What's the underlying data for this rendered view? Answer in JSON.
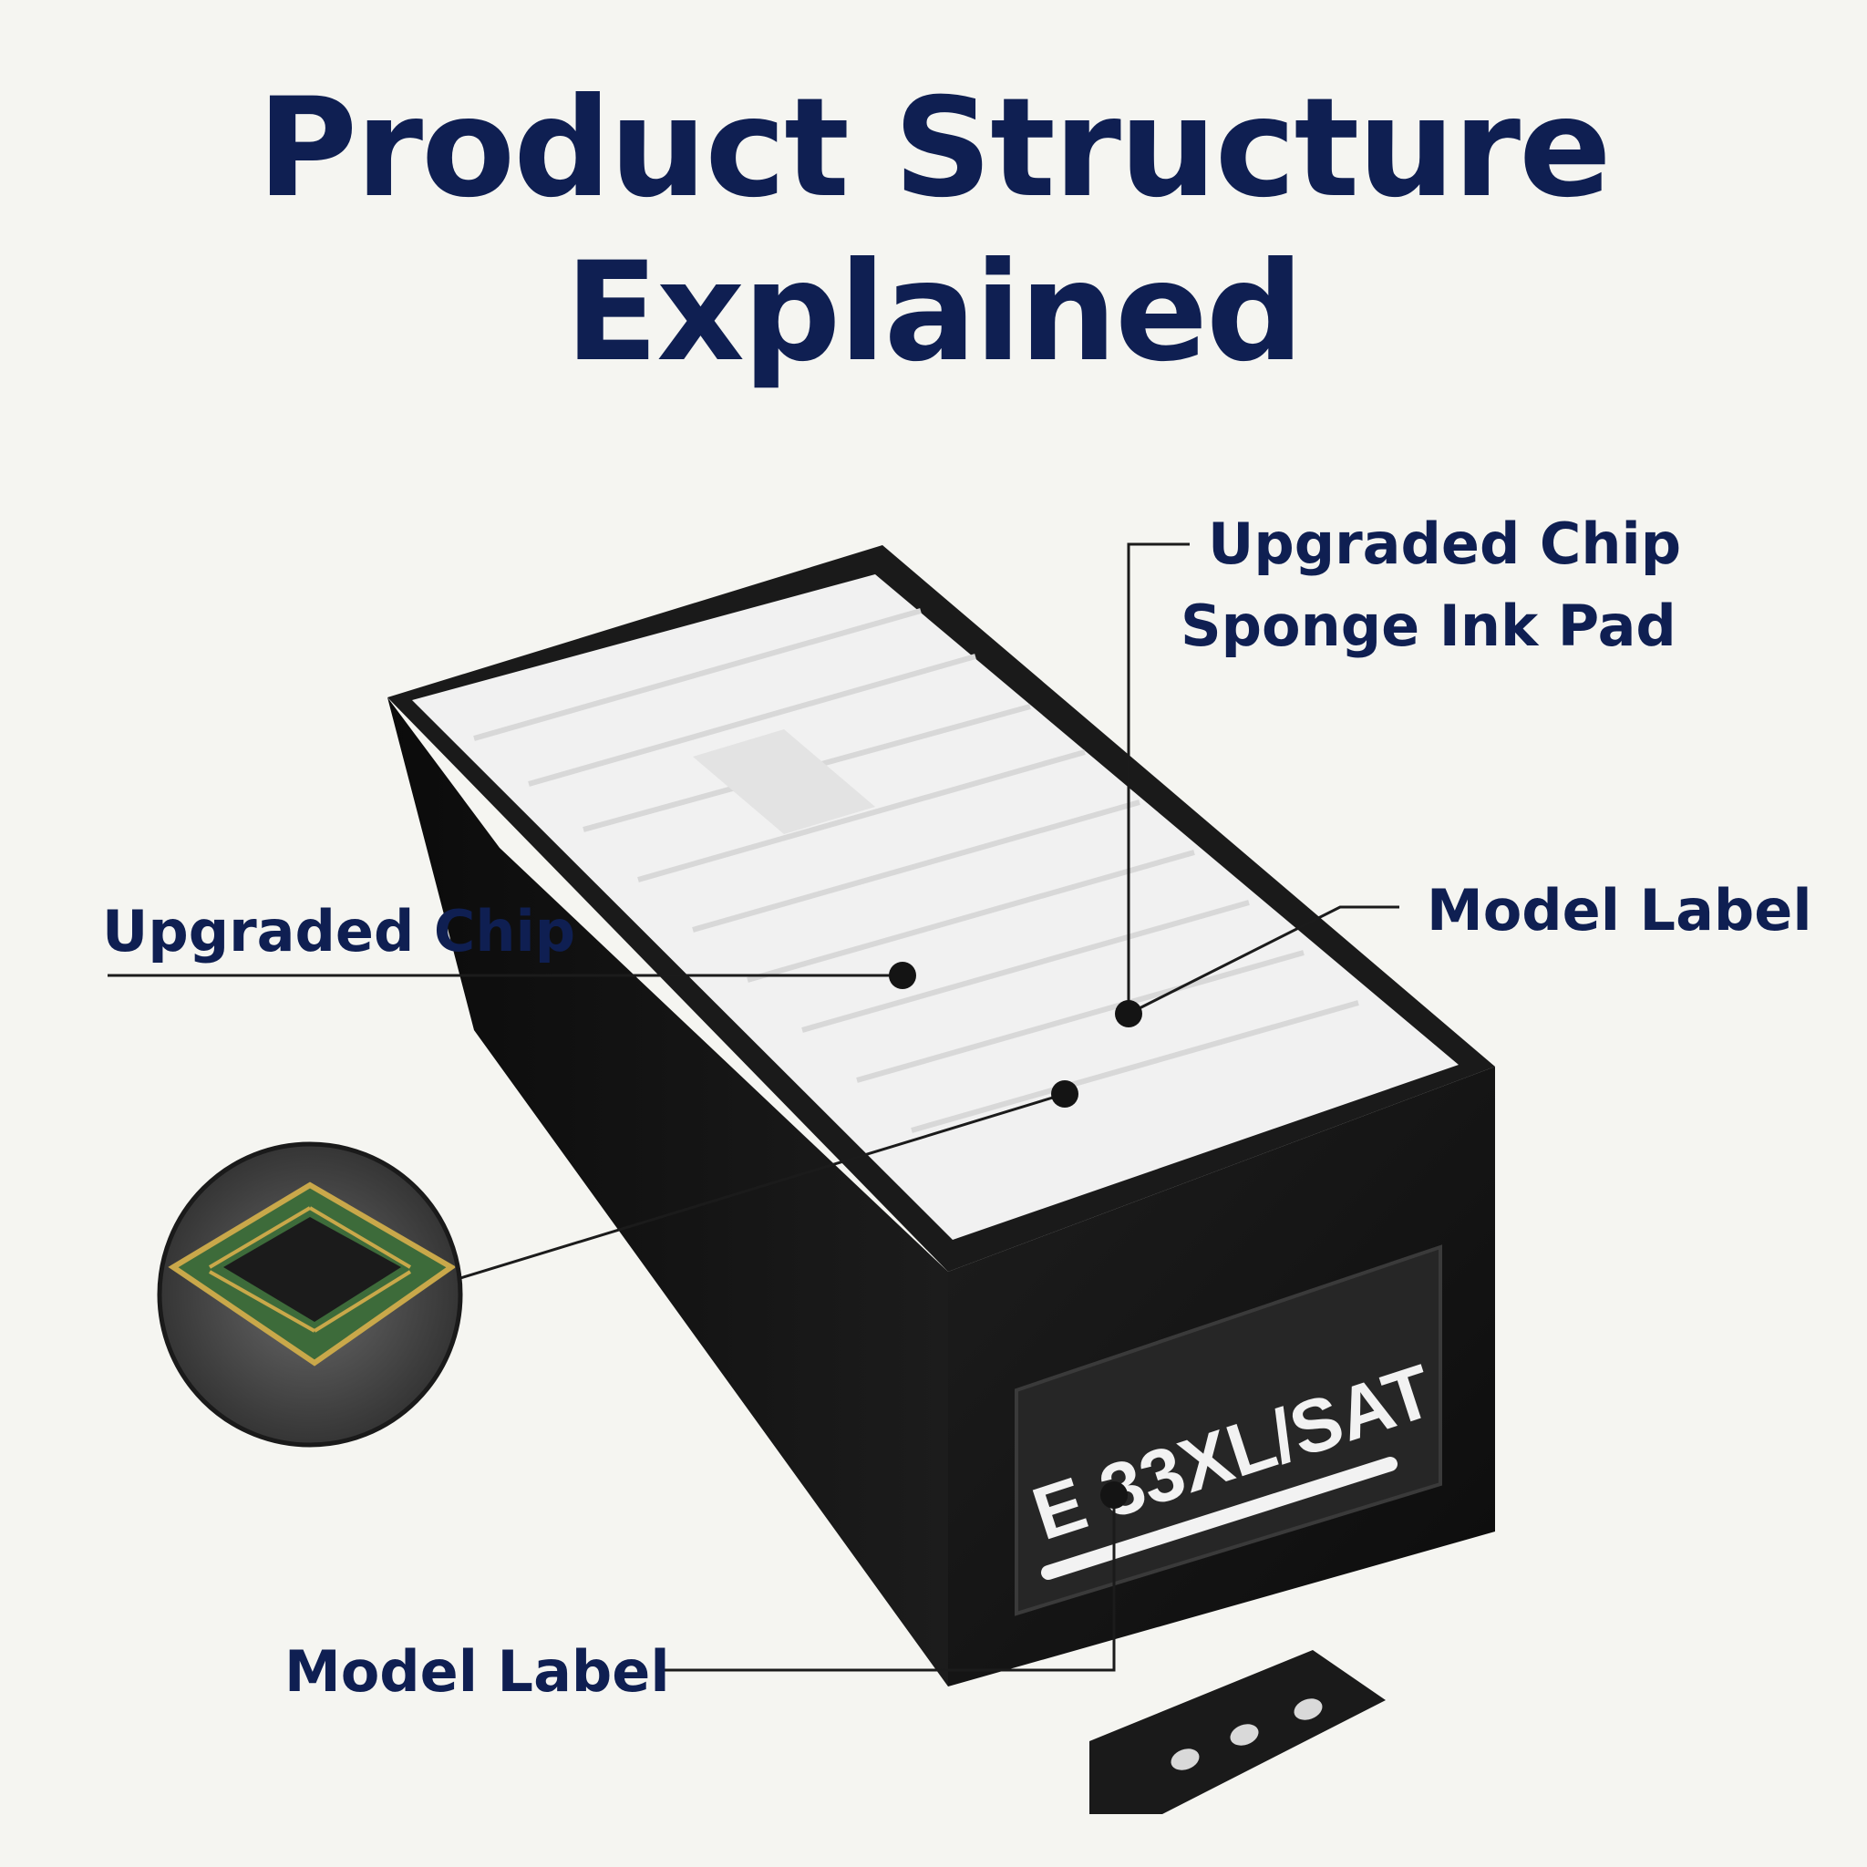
{
  "header": {
    "title_line1": "Product Structure",
    "title_line2": "Explained"
  },
  "callouts": {
    "top_right_line1": "Upgraded Chip",
    "top_right_line2": "Sponge Ink Pad",
    "right": "Model Label",
    "left": "Upgraded Chip",
    "bottom_left": "Model Label"
  },
  "product": {
    "label_text": "E 33XL/SAT"
  },
  "colors": {
    "title": "#0f1f52",
    "background": "#f5f5f1",
    "housing": "#141414",
    "sponge": "#f2f2f2",
    "chip_board": "#3d6b3a"
  }
}
